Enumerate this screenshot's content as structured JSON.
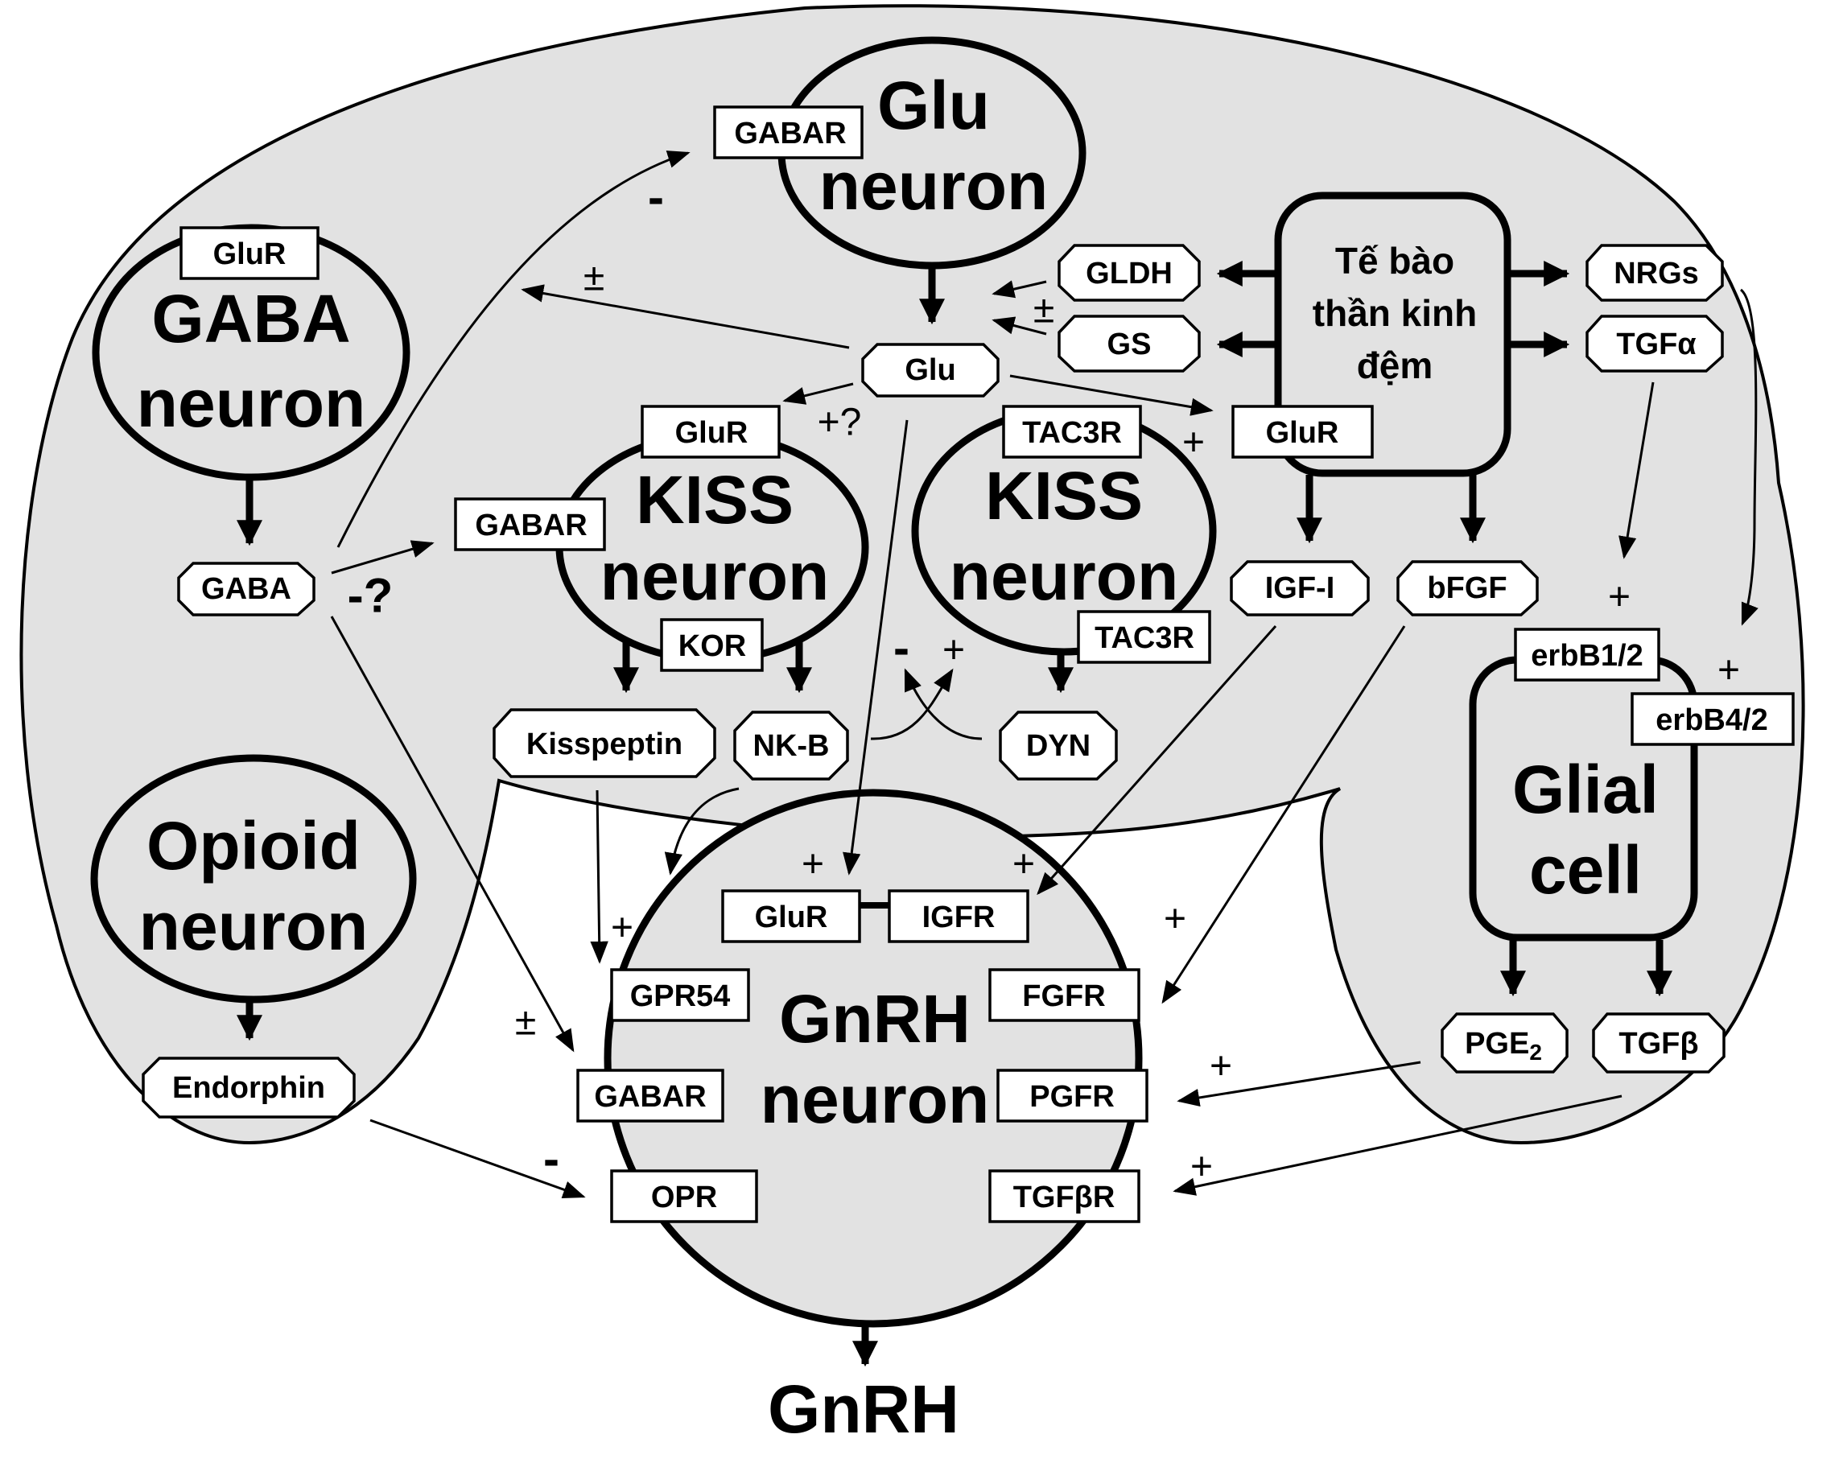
{
  "cells": {
    "glu_neuron": [
      "Glu",
      "neuron"
    ],
    "gaba_neuron": [
      "GABA",
      "neuron"
    ],
    "kiss_neuron_1": [
      "KISS",
      "neuron"
    ],
    "kiss_neuron_2": [
      "KISS",
      "neuron"
    ],
    "opioid_neuron": [
      "Opioid",
      "neuron"
    ],
    "gnrh_neuron": [
      "GnRH",
      "neuron"
    ],
    "glial_cell": [
      "Glial",
      "cell"
    ],
    "glia_box": [
      "Tế bào",
      "thần kinh",
      "đệm"
    ]
  },
  "receptors": {
    "glu_gabar": "GABAR",
    "gaba_glur": "GluR",
    "kiss1_glur": "GluR",
    "kiss1_gabar": "GABAR",
    "kiss1_kor": "KOR",
    "kiss2_tac3r_top": "TAC3R",
    "kiss2_tac3r_bottom": "TAC3R",
    "glia_glur": "GluR",
    "erbb12": "erbB1/2",
    "erbb42": "erbB4/2",
    "gnrh_glur": "GluR",
    "gnrh_igfr": "IGFR",
    "gnrh_gpr54": "GPR54",
    "gnrh_gabar": "GABAR",
    "gnrh_opr": "OPR",
    "gnrh_fgfr": "FGFR",
    "gnrh_pgfr": "PGFR",
    "gnrh_tgfbr": "TGFβR"
  },
  "signals": {
    "glu": "Glu",
    "gaba": "GABA",
    "gldh": "GLDH",
    "gs": "GS",
    "nrgs": "NRGs",
    "tgfa": "TGFα",
    "igf1": "IGF-I",
    "bfgf": "bFGF",
    "kisspeptin": "Kisspeptin",
    "nkb": "NK-B",
    "dyn": "DYN",
    "endorphin": "Endorphin",
    "pge2_base": "PGE",
    "pge2_sub": "2",
    "tgfb": "TGFβ"
  },
  "effects": {
    "gaba_to_glu": "-",
    "glu_to_gaba": "±",
    "gldh_gs_to_glu": "±",
    "glu_to_kiss": "+?",
    "gaba_to_kiss": "-?",
    "glu_to_glia": "+",
    "tgfa_to_erbb": "+",
    "nrgs_to_erbb": "+",
    "dyn_effect": "-",
    "nkb_effect": "+",
    "glu_to_gnrh": "+",
    "igf_to_gnrh": "+",
    "kiss_to_gnrh": "+",
    "bfgf_to_gnrh": "+",
    "gaba_to_gnrh": "±",
    "pge2_to_gnrh": "+",
    "tgfb_to_gnrh": "+",
    "endorphin_to_gnrh": "-"
  },
  "output": "GnRH"
}
